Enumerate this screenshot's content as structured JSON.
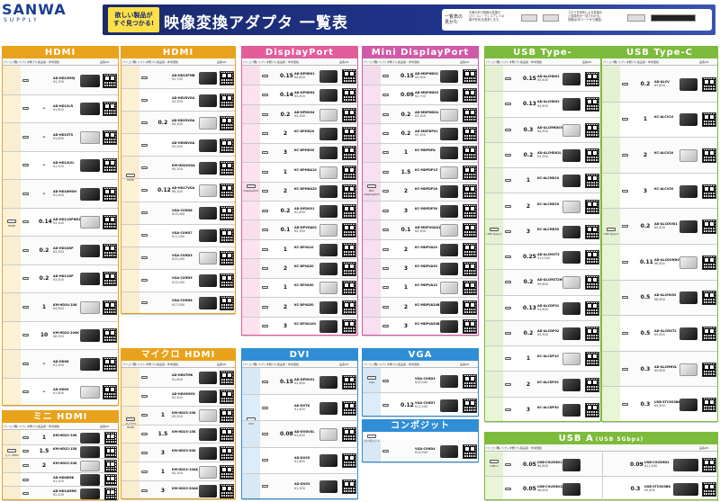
{
  "brand": {
    "name": "SANWA",
    "sub": "SUPPLY"
  },
  "banner": {
    "badge_line1": "欲しい製品が",
    "badge_line2": "すぐ見つかる!",
    "title": "映像変換アダプタ 一覧表",
    "legend_title_1": "一覧表の",
    "legend_title_2": "見かた",
    "legend_a": "左側の列で映像の変換元",
    "legend_a2": "(パソコン・ディスプレイの",
    "legend_a3": "端子形状)を選択します。",
    "legend_b": "コネクタ形状による変換元",
    "legend_b2": "と変換先が一目でわかる。",
    "legend_b3": "詳細はQRコードから確認。"
  },
  "colors": {
    "hdmi": "#e9a21c",
    "dp": "#e35d9b",
    "minidp": "#d05aa8",
    "typec": "#7dbb3c",
    "micro": "#e9a21c",
    "mini": "#e9a21c",
    "dvi": "#2f8ed6",
    "vga": "#2f8ed6",
    "composite": "#2f8ed6",
    "usba": "#7dbb3c"
  },
  "sections": {
    "hdmi": "HDMI",
    "dp": "DisplayPort",
    "minidp": "Mini DisplayPort",
    "typec": "USB Type-C",
    "typec_sub": "(DisplayPort Altモード)",
    "micro": "マイクロ HDMI",
    "mini": "ミニ HDMI",
    "dvi": "DVI",
    "vga": "VGA",
    "composite": "コンポジット",
    "usba": "USB A",
    "usba_sub": "(USB 5Gbps)"
  },
  "columns": {
    "pc": "パソコン側",
    "display": "ディスプレイ側",
    "cable": "ケーブル長",
    "name": "品番・参考価格",
    "qr": "品番QR"
  },
  "hdmi": {
    "rows": [
      {
        "pc": "HDMIオス",
        "len": "",
        "model": "AD-HD13MSJ",
        "price": "¥1,700"
      },
      {
        "pc": "HDMIメス",
        "len": "–",
        "model": "AD-HD12LR",
        "price": "¥1,800"
      },
      {
        "pc": "HDMIメス",
        "len": "–",
        "model": "AD-HD15TS",
        "price": "¥1,600"
      },
      {
        "pc": "HDMIメス",
        "len": "–",
        "model": "AD-HD13LYL",
        "price": "¥1,500"
      },
      {
        "pc": "HDMIオス",
        "len": "–",
        "model": "AD-HD16MSH",
        "price": "¥1,400"
      },
      {
        "pc": "DisplayPort",
        "len": "0.14",
        "model": "AD-HD11DPHD1",
        "price": "¥3,300"
      },
      {
        "pc": "DisplayPort",
        "len": "0.2",
        "model": "AD-HD10DP",
        "price": "¥3,300"
      },
      {
        "pc": "DisplayPort",
        "len": "0.2",
        "model": "AD-HD11DP",
        "price": "¥3,500"
      },
      {
        "pc": "DVI",
        "len": "1",
        "model": "KM-HD24-10K",
        "price": "¥4,900"
      },
      {
        "pc": "DVI",
        "len": "10",
        "model": "KM-HD24-100K",
        "price": "¥8,900"
      },
      {
        "pc": "DVIメス",
        "len": "–",
        "model": "AD-HD06",
        "price": "¥1,500"
      },
      {
        "pc": "DVIメス",
        "len": "–",
        "model": "AD-HD09",
        "price": "¥1,800"
      }
    ]
  },
  "hdmi_b": {
    "rows": [
      {
        "model": "AD-HD15FMB",
        "price": "¥1,700",
        "len": ""
      },
      {
        "model": "AD-HD25VGA",
        "price": "¥3,300",
        "len": ""
      },
      {
        "model": "AD-HD23VGA",
        "price": "¥4,300",
        "len": "0.2"
      },
      {
        "model": "AD-HD08VGA",
        "price": "¥5,000",
        "len": ""
      },
      {
        "model": "KM-HD24VGA",
        "price": "¥5,300",
        "len": ""
      },
      {
        "model": "AD-HD17VGA",
        "price": "¥6,300",
        "len": "0.12"
      },
      {
        "model": "VGA-CVHD8",
        "price": "¥13,000",
        "len": ""
      },
      {
        "model": "VGA-CVHD7",
        "price": "¥11,000",
        "len": ""
      },
      {
        "model": "VGA-CVHD3",
        "price": "¥15,000",
        "len": ""
      },
      {
        "model": "VGA-CVHD5",
        "price": "¥13,000",
        "len": ""
      },
      {
        "model": "VGA-CVHD6",
        "price": "¥17,000",
        "len": ""
      }
    ]
  },
  "dp": {
    "rows": [
      {
        "len": "0.15",
        "model": "AD-DPHD01",
        "price": "¥4,800"
      },
      {
        "len": "0.14",
        "model": "AD-DPHD04",
        "price": "¥3,800"
      },
      {
        "len": "0.2",
        "model": "AD-DPDV04",
        "price": "¥4,300"
      },
      {
        "len": "2",
        "model": "KC-DPHD20",
        "price": ""
      },
      {
        "len": "3",
        "model": "KC-DPHD30",
        "price": ""
      },
      {
        "len": "1",
        "model": "KC-DPHDA10",
        "price": ""
      },
      {
        "len": "2",
        "model": "KC-DPHDA20",
        "price": ""
      },
      {
        "len": "0.2",
        "model": "AD-DPDV01",
        "price": "¥2,800"
      },
      {
        "len": "0.1",
        "model": "AD-DPVGA01",
        "price": "¥3,300"
      },
      {
        "len": "1",
        "model": "KC-DPVA10",
        "price": ""
      },
      {
        "len": "2",
        "model": "KC-DPVA20",
        "price": ""
      },
      {
        "len": "1",
        "model": "KC-DPVA30",
        "price": ""
      },
      {
        "len": "2",
        "model": "KC-DPVA50",
        "price": ""
      },
      {
        "len": "3",
        "model": "KC-DPVA100",
        "price": ""
      }
    ]
  },
  "minidp": {
    "rows": [
      {
        "len": "0.15",
        "model": "AD-MDPHD01",
        "price": "¥4,300"
      },
      {
        "len": "0.09",
        "model": "AD-MDPHD03",
        "price": "¥2,700"
      },
      {
        "len": "0.2",
        "model": "AD-MDPHD04",
        "price": "¥3,300"
      },
      {
        "len": "0.2",
        "model": "AD-MDPDP01",
        "price": "¥3,300"
      },
      {
        "len": "1",
        "model": "KC-MDPDPA",
        "price": ""
      },
      {
        "len": "1.5",
        "model": "KC-MDPDP15",
        "price": ""
      },
      {
        "len": "2",
        "model": "KC-MDPDP20",
        "price": ""
      },
      {
        "len": "3",
        "model": "KC-MDPDP30",
        "price": ""
      },
      {
        "len": "0.1",
        "model": "AD-MDPVGA01",
        "price": "¥3,300"
      },
      {
        "len": "2",
        "model": "KC-MDPVA20",
        "price": ""
      },
      {
        "len": "3",
        "model": "KC-MDPVA30",
        "price": ""
      },
      {
        "len": "1",
        "model": "KC-MDPVA10",
        "price": ""
      },
      {
        "len": "2",
        "model": "KC-MDPVA20B",
        "price": ""
      },
      {
        "len": "3",
        "model": "KC-MDPVA30B",
        "price": ""
      }
    ]
  },
  "typec": {
    "rows": [
      {
        "len": "0.15",
        "model": "AD-ALCHD01",
        "price": "¥5,400"
      },
      {
        "len": "0.13",
        "model": "AD-ALCHD02",
        "price": "¥4,800"
      },
      {
        "len": "0.3",
        "model": "AD-ALCMHD03",
        "price": "¥4,300"
      },
      {
        "len": "0.2",
        "model": "AD-ALCHD02L",
        "price": "¥3,900"
      },
      {
        "len": "1",
        "model": "KC-ALCHD10",
        "price": ""
      },
      {
        "len": "2",
        "model": "KC-ALCHD20",
        "price": ""
      },
      {
        "len": "3",
        "model": "KC-ALCHD30",
        "price": ""
      },
      {
        "len": "0.25",
        "model": "AD-ALCMST3",
        "price": "¥13,000"
      },
      {
        "len": "0.2",
        "model": "AD-ALCMST2HD",
        "price": "¥9,800"
      },
      {
        "len": "0.13",
        "model": "AD-ALCDP01",
        "price": "¥3,800"
      },
      {
        "len": "0.2",
        "model": "AD-ALCDP02",
        "price": "¥4,300"
      },
      {
        "len": "1",
        "model": "KC-ALCDP10",
        "price": ""
      },
      {
        "len": "2",
        "model": "KC-ALCDP20",
        "price": ""
      },
      {
        "len": "3",
        "model": "KC-ALCDP30",
        "price": ""
      }
    ]
  },
  "typec_b": {
    "rows": [
      {
        "len": "0.2",
        "model": "AD-ALCV",
        "price": "¥3,800"
      },
      {
        "len": "1",
        "model": "KC-ALCV10",
        "price": ""
      },
      {
        "len": "2",
        "model": "KC-ALCV20",
        "price": ""
      },
      {
        "len": "3",
        "model": "KC-ALCV30",
        "price": ""
      },
      {
        "len": "0.2",
        "model": "AD-ALCDVI01",
        "price": "¥5,400"
      },
      {
        "len": "0.11",
        "model": "AD-ALCDVHDVGA",
        "price": "¥6,800"
      },
      {
        "len": "0.5",
        "model": "AD-ALCHV02",
        "price": "¥8,800"
      },
      {
        "len": "0.5",
        "model": "AD-ALCMST2",
        "price": "¥9,800"
      },
      {
        "len": "0.3",
        "model": "AD-ALCMHVL",
        "price": "¥9,800"
      },
      {
        "len": "0.3",
        "model": "USB-3TCH33BK",
        "price": "¥9,800"
      }
    ]
  },
  "micro": {
    "rows": [
      {
        "len": "",
        "model": "AD-HD07MK",
        "price": "¥1,600"
      },
      {
        "len": "",
        "model": "AD-HD09MCK",
        "price": "¥2,400"
      },
      {
        "len": "1",
        "model": "KM-HD23-10K",
        "price": "¥3,500"
      },
      {
        "len": "1.5",
        "model": "KM-HD23-15K",
        "price": ""
      },
      {
        "len": "3",
        "model": "KM-HD23-30K",
        "price": ""
      },
      {
        "len": "1",
        "model": "KM-HD23-10AK",
        "price": "¥4,300"
      },
      {
        "len": "3",
        "model": "KM-HD23-30AK",
        "price": ""
      }
    ]
  },
  "mini": {
    "rows": [
      {
        "len": "1",
        "model": "KM-HD22-10K",
        "price": ""
      },
      {
        "len": "1.5",
        "model": "KM-HD22-15K",
        "price": ""
      },
      {
        "len": "2",
        "model": "KM-HD22-20K",
        "price": ""
      },
      {
        "len": "",
        "model": "AD-HD08MK",
        "price": "¥1,500"
      },
      {
        "len": "",
        "model": "AD-HD14MMC",
        "price": "¥2,200"
      }
    ]
  },
  "dvi": {
    "rows": [
      {
        "len": "0.15",
        "model": "AD-DPDV01",
        "price": "¥2,800"
      },
      {
        "len": "",
        "model": "AD-DVTK",
        "price": "¥1,800"
      },
      {
        "len": "0.08",
        "model": "AD-DVDVSL",
        "price": "¥3,400"
      },
      {
        "len": "",
        "model": "AD-DV05",
        "price": "¥1,600"
      },
      {
        "len": "",
        "model": "AD-DV03",
        "price": "¥1,300"
      }
    ]
  },
  "vga": {
    "rows": [
      {
        "len": "",
        "model": "VGA-CVHD3",
        "price": "¥15,000"
      },
      {
        "len": "0.12",
        "model": "VGA-CVHD7",
        "price": "¥11,000"
      }
    ]
  },
  "composite": {
    "rows": [
      {
        "len": "",
        "model": "VGA-CVHD4",
        "price": "¥13,000"
      }
    ]
  },
  "usba": {
    "rows": [
      {
        "len": "0.05",
        "model": "USB-CVU3HD1",
        "price": "¥9,800"
      },
      {
        "len": "0.05",
        "model": "USB-CVU3HD1N",
        "price": "¥8,800"
      },
      {
        "len": "0.09",
        "model": "USB-CVU3HD2",
        "price": "¥11,000"
      },
      {
        "len": "0.3",
        "model": "USB-3TCH33BK",
        "price": "¥9,800"
      }
    ]
  }
}
